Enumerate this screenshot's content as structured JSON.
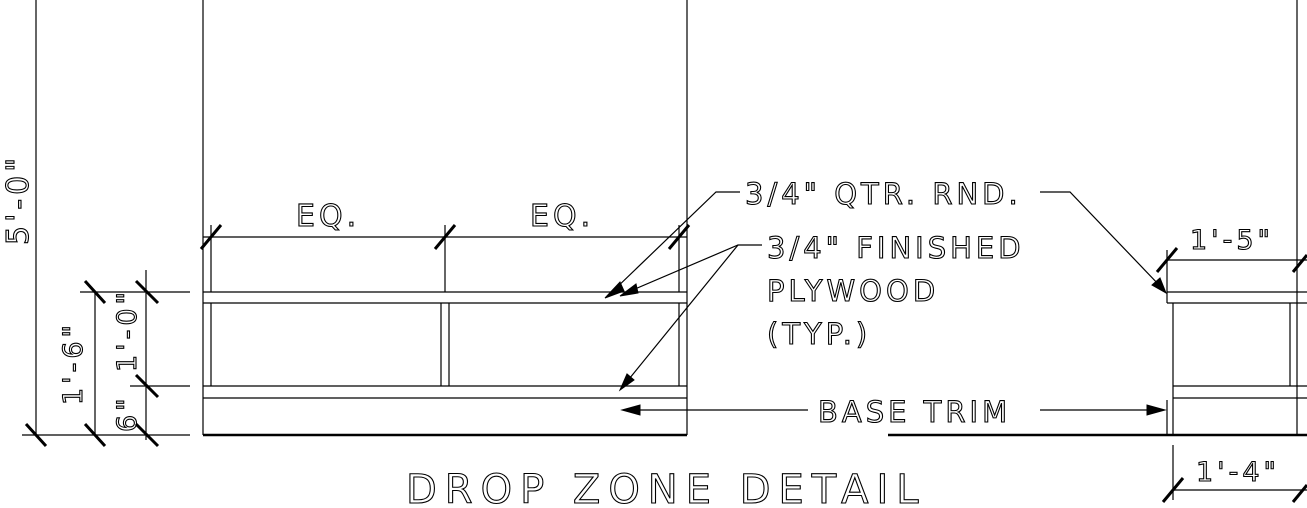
{
  "title": "DROP ZONE DETAIL",
  "dimensions": {
    "overall_height": "5'-0\"",
    "bench_height": "1'-6\"",
    "seat_to_base": "1'-0\"",
    "base_height": "6\"",
    "eq_left": "EQ.",
    "eq_right": "EQ.",
    "side_depth_top": "1'-5\"",
    "side_depth_bottom": "1'-4\""
  },
  "callouts": {
    "quarter_round": "3/4\" QTR. RND.",
    "plywood_line1": "3/4\" FINISHED",
    "plywood_line2": "PLYWOOD",
    "plywood_line3": "(TYP.)",
    "base_trim": "BASE TRIM"
  }
}
